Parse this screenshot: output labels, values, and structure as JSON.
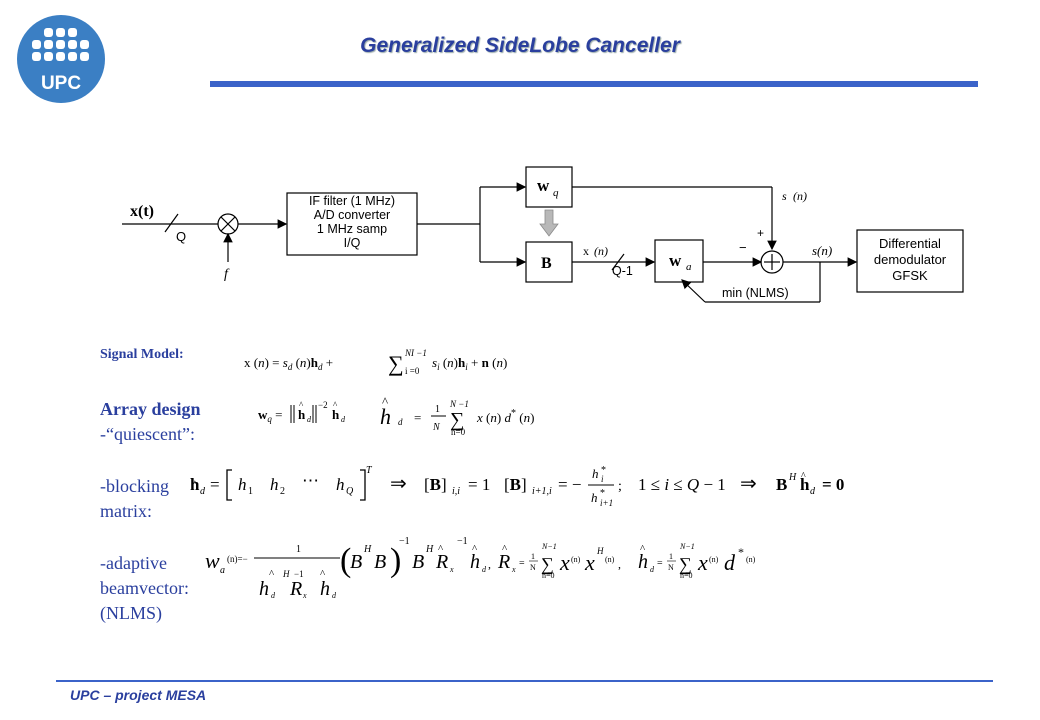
{
  "header": {
    "title": "Generalized SideLobe Canceller",
    "logo_text": "UPC"
  },
  "footer": {
    "text": "UPC – project MESA"
  },
  "diagram": {
    "input_label": "x(t)",
    "q_label": "Q",
    "freq_label": "f",
    "if_block": [
      "IF filter (1 MHz)",
      "A/D converter",
      "1 MHz samp",
      "I/Q"
    ],
    "wq_label": "w",
    "wq_sub": "q",
    "b_label": "B",
    "xb_label": "x",
    "xb_arg": "(n)",
    "q1_label": "Q-1",
    "wa_label": "w",
    "wa_sub": "a",
    "sd_label": "s",
    "sd_arg": "(n)",
    "plus": "+",
    "minus": "−",
    "s_label": "s(n)",
    "nlms_label": "min (NLMS)",
    "demod_block": [
      "Differential",
      "demodulator",
      "GFSK"
    ]
  },
  "labels": {
    "signal_model": "Signal Model:",
    "array_design": "Array design",
    "quiescent": "-“quiescent”:",
    "blocking_1": "-blocking",
    "blocking_2": "matrix:",
    "adaptive_1": "-adaptive",
    "adaptive_2": "beamvector:",
    "nlms": " (NLMS)"
  },
  "colors": {
    "accent": "#3b63c9",
    "title": "#2a3f9e",
    "logo": "#3b7fc4"
  }
}
